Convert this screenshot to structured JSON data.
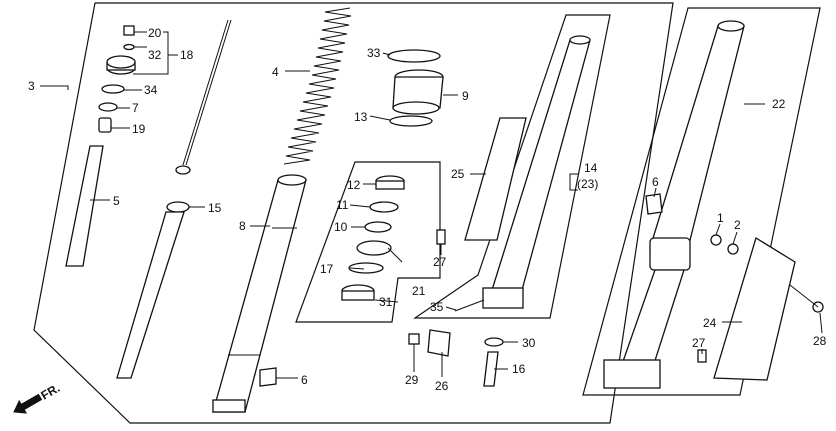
{
  "callouts": [
    {
      "key": "p20",
      "text": "20"
    },
    {
      "key": "p32",
      "text": "32"
    },
    {
      "key": "p18",
      "text": "18"
    },
    {
      "key": "p3",
      "text": "3"
    },
    {
      "key": "p34",
      "text": "34"
    },
    {
      "key": "p7",
      "text": "7"
    },
    {
      "key": "p19",
      "text": "19"
    },
    {
      "key": "p5",
      "text": "5"
    },
    {
      "key": "p15",
      "text": "15"
    },
    {
      "key": "p4",
      "text": "4"
    },
    {
      "key": "p8",
      "text": "8"
    },
    {
      "key": "p6a",
      "text": "6"
    },
    {
      "key": "p33",
      "text": "33"
    },
    {
      "key": "p9",
      "text": "9"
    },
    {
      "key": "p13",
      "text": "13"
    },
    {
      "key": "p12",
      "text": "12"
    },
    {
      "key": "p11",
      "text": "11"
    },
    {
      "key": "p10",
      "text": "10"
    },
    {
      "key": "p17",
      "text": "17"
    },
    {
      "key": "p21",
      "text": "21"
    },
    {
      "key": "p31",
      "text": "31"
    },
    {
      "key": "p25",
      "text": "25"
    },
    {
      "key": "p27a",
      "text": "27"
    },
    {
      "key": "p14",
      "text": "14"
    },
    {
      "key": "p23",
      "text": "(23)"
    },
    {
      "key": "p35",
      "text": "35"
    },
    {
      "key": "p29",
      "text": "29"
    },
    {
      "key": "p26",
      "text": "26"
    },
    {
      "key": "p30",
      "text": "30"
    },
    {
      "key": "p16",
      "text": "16"
    },
    {
      "key": "p22",
      "text": "22"
    },
    {
      "key": "p6b",
      "text": "6"
    },
    {
      "key": "p1",
      "text": "1"
    },
    {
      "key": "p2",
      "text": "2"
    },
    {
      "key": "p24",
      "text": "24"
    },
    {
      "key": "p27b",
      "text": "27"
    },
    {
      "key": "p28",
      "text": "28"
    }
  ],
  "direction_arrow": {
    "label": "FR.",
    "icon": "front-direction-arrow-icon"
  },
  "colors": {
    "ink": "#111111",
    "paper": "#ffffff"
  }
}
